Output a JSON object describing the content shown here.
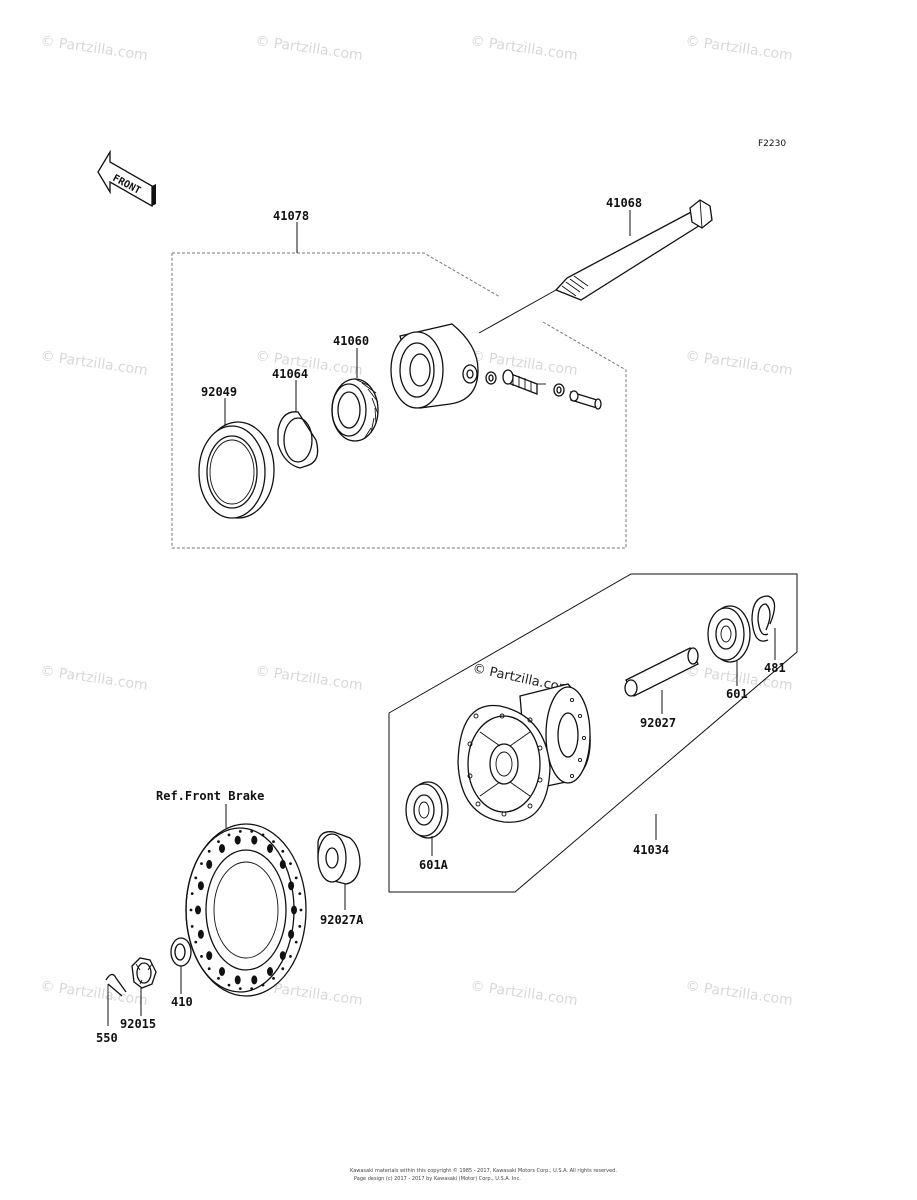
{
  "diagram_code": "F2230",
  "front_label": "FRONT",
  "watermark": "© Partzilla.com",
  "watermark_center": "© Partzilla.com",
  "reference_label": "Ref.Front Brake",
  "copyright": "Kawasaki materials within this copyright © 1985 - 2017, Kawasaki Motors Corp., U.S.A. All rights reserved.",
  "copyright_line2": "Page design (c) 2017 - 2017 by Kawasaki (Motor) Corp., U.S.A. Inc.",
  "parts": {
    "p41078": "41078",
    "p41068": "41068",
    "p41060": "41060",
    "p41064": "41064",
    "p92049": "92049",
    "p481": "481",
    "p601": "601",
    "p92027": "92027",
    "p601A": "601A",
    "p41034": "41034",
    "p92027A": "92027A",
    "p410": "410",
    "p92015": "92015",
    "p550": "550"
  }
}
